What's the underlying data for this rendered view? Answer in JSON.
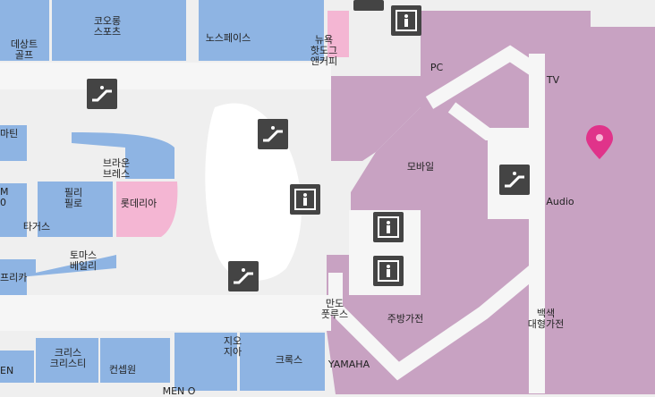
{
  "colors": {
    "background": "#efefef",
    "corridor": "#f6f6f6",
    "store_blue": "#8eb4e3",
    "store_pink": "#f4b6d3",
    "zone_purple": "#c8a2c2",
    "marker": "#e0338a",
    "icon_bg": "#444444"
  },
  "labels": {
    "desante": "데상트\n골프",
    "kolon": "코오롱\n스포츠",
    "noseface": "노스페이스",
    "newyork": "뉴욕\n핫도그\n앤커피",
    "pc": "PC",
    "tv": "TV",
    "martin": "마틴",
    "mobile": "모바일",
    "audio": "Audio",
    "m0": "M\n0",
    "brown": "브라운\n브레스",
    "philly": "필리\n필로",
    "lotteria": "롯데리아",
    "tagus": "타거스",
    "thomas": "토마스\n베일리",
    "prica": "프리카",
    "mando": "만도\n풋루스",
    "kitchen": "주방가전",
    "bigappliance": "백색\n대형가전",
    "jioja": "지오\n지아",
    "crocs": "크록스",
    "christie": "크리스\n크리스티",
    "consel": "컨셉원",
    "yamaha": "YAMAHA",
    "en": "EN",
    "meno": "MEN O"
  },
  "icons": [
    {
      "name": "escalator-icon-1",
      "type": "escalator"
    },
    {
      "name": "elevator-icon-1",
      "type": "elevator"
    },
    {
      "name": "escalator-icon-2",
      "type": "escalator"
    },
    {
      "name": "elevator-icon-2",
      "type": "elevator"
    },
    {
      "name": "escalator-icon-3",
      "type": "escalator"
    },
    {
      "name": "elevator-icon-3",
      "type": "elevator"
    },
    {
      "name": "elevator-icon-4",
      "type": "elevator"
    },
    {
      "name": "escalator-icon-4",
      "type": "escalator"
    },
    {
      "name": "escalator-icon-5",
      "type": "escalator"
    }
  ]
}
